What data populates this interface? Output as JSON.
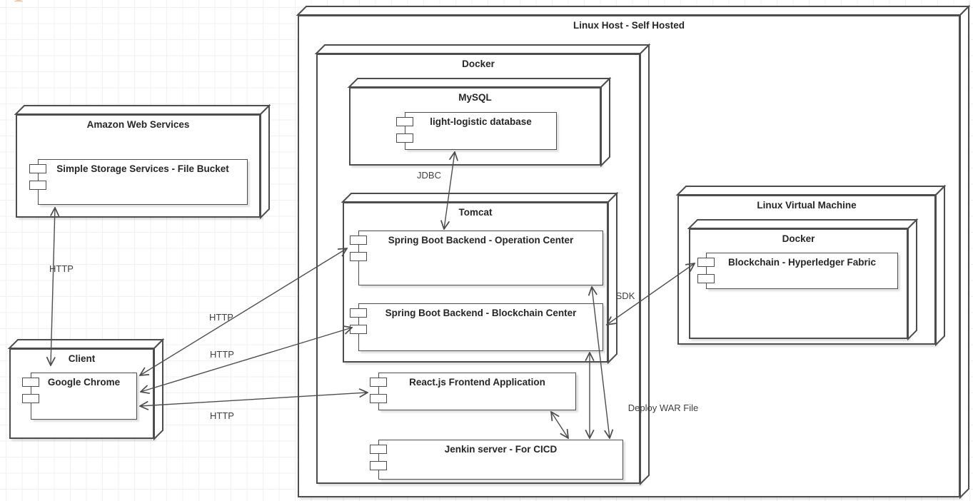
{
  "diagram": {
    "nodes": {
      "linux_host": {
        "label": "Linux Host - Self Hosted"
      },
      "docker_main": {
        "label": "Docker"
      },
      "mysql": {
        "label": "MySQL"
      },
      "tomcat": {
        "label": "Tomcat"
      },
      "linux_vm": {
        "label": "Linux Virtual Machine"
      },
      "docker_vm": {
        "label": "Docker"
      },
      "aws": {
        "label": "Amazon Web Services"
      },
      "client": {
        "label": "Client"
      }
    },
    "components": {
      "s3": {
        "label": "Simple Storage Services - File Bucket"
      },
      "chrome": {
        "label": "Google Chrome"
      },
      "database": {
        "label": "light-logistic database"
      },
      "operation_center": {
        "label": "Spring Boot Backend - Operation Center"
      },
      "blockchain_center": {
        "label": "Spring Boot Backend - Blockchain Center"
      },
      "react": {
        "label": "React.js Frontend Application"
      },
      "jenkins": {
        "label": "Jenkin server - For CICD"
      },
      "fabric": {
        "label": "Blockchain - Hyperledger Fabric"
      }
    },
    "edge_labels": {
      "http_aws": "HTTP",
      "http_operation": "HTTP",
      "http_blockchain": "HTTP",
      "http_react": "HTTP",
      "jdbc": "JDBC",
      "sdk": "SDK",
      "deploy_war": "Deploy WAR File"
    },
    "colors": {
      "stroke": "#4d4d4d",
      "background": "#ffffff",
      "grid": "#f1f1f3",
      "shadow": "rgba(0,0,0,0.12)"
    }
  }
}
